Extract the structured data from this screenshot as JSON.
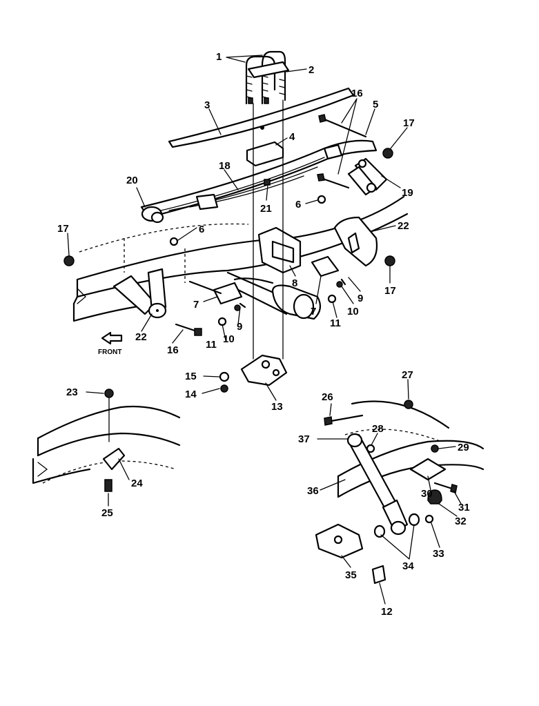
{
  "front_label": "FRONT",
  "callouts": {
    "c1": "1",
    "c2": "2",
    "c3": "3",
    "c4": "4",
    "c5": "5",
    "c6a": "6",
    "c6b": "6",
    "c7a": "7",
    "c7b": "7",
    "c8": "8",
    "c9a": "9",
    "c9b": "9",
    "c10a": "10",
    "c10b": "10",
    "c11a": "11",
    "c11b": "11",
    "c12": "12",
    "c13": "13",
    "c14": "14",
    "c15": "15",
    "c16a": "16",
    "c16b": "16",
    "c17a": "17",
    "c17b": "17",
    "c17c": "17",
    "c18": "18",
    "c19": "19",
    "c20": "20",
    "c21": "21",
    "c22a": "22",
    "c22b": "22",
    "c23": "23",
    "c24": "24",
    "c25": "25",
    "c26": "26",
    "c27": "27",
    "c28": "28",
    "c29": "29",
    "c30": "30",
    "c31": "31",
    "c32": "32",
    "c33": "33",
    "c34": "34",
    "c35": "35",
    "c36": "36",
    "c37": "37"
  }
}
